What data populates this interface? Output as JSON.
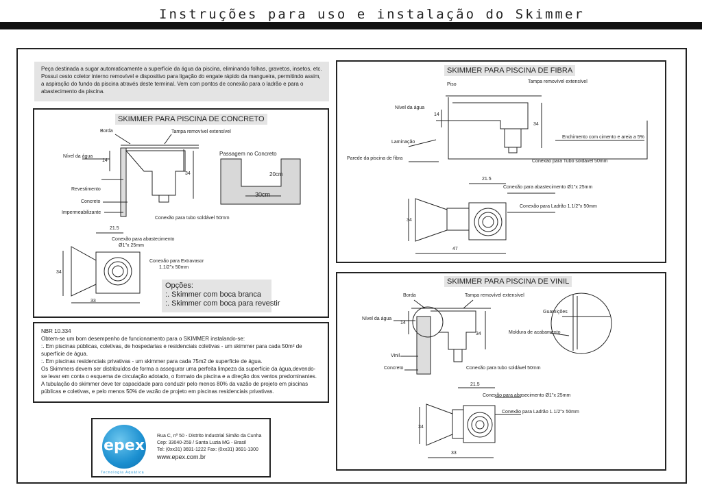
{
  "title": "Instruções para uso e instalação do Skimmer",
  "intro": "Peça destinada a sugar automaticamente a superfície da água da piscina, eliminando folhas, gravetos, insetos, etc. Possui cesto coletor interno removível e dispositivo para ligação do engate rápido da mangueira, permitindo assim, a aspiração do fundo da piscina através deste terminal. Vem com pontos de conexão para o ladrão e para o abastecimento da piscina.",
  "concrete": {
    "header": "SKIMMER PARA PISCINA DE CONCRETO",
    "borda": "Borda",
    "tampa": "Tampa removível extensível",
    "nivel": "Nível da água",
    "dim14": "14",
    "dim34": "34",
    "revestimento": "Revestimento",
    "concreto": "Concreto",
    "impermeabilizante": "Impermeabilizante",
    "conexao_tubo": "Conexão para tubo soldável 50mm",
    "passagem": "Passagem no Concreto",
    "dim20": "20cm",
    "dim30": "30cm",
    "dim215": "21.5",
    "abast1": "Conexão para abastecimento",
    "abast2": "Ø1''x 25mm",
    "extrav1": "Conexão para Extravasor",
    "extrav2": "1.1/2''x 50mm",
    "dim34b": "34",
    "dim33": "33"
  },
  "options": {
    "title": "Opções:",
    "item1": ":. Skimmer com boca branca",
    "item2": ":. Skimmer com boca para revestir"
  },
  "fibra": {
    "header": "SKIMMER PARA PISCINA DE FIBRA",
    "piso": "Piso",
    "tampa": "Tampa removível extensível",
    "nivel": "Nível da água",
    "dim14": "14",
    "dim34": "34",
    "laminacao": "Laminação",
    "enchimento": "Enchimento com cimento e areia a 5%",
    "parede": "Parede da piscina de fibra",
    "conexao_tubo": "Conexão para Tubo soldável 50mm",
    "dim215": "21.5",
    "abast": "Conexão para abastecimento Ø1''x 25mm",
    "ladrao": "Conexão para Ladrão 1.1/2''x 50mm",
    "dim34b": "34",
    "dim47": "47"
  },
  "vinil": {
    "header": "SKIMMER PARA PISCINA DE VINIL",
    "borda": "Borda",
    "tampa": "Tampa removível extensível",
    "nivel": "Nível da água",
    "dim14": "14",
    "dim34": "34",
    "guarnicoes": "Guarnições",
    "moldura": "Moldura de acabamento",
    "vinil": "Vinil",
    "concreto": "Concreto",
    "conexao_tubo": "Conexão para tubo soldável 50mm",
    "dim215": "21.5",
    "abast": "Conexão para abasecimento Ø1''x 25mm",
    "ladrao": "Conexão para Ladrão 1.1/2''x 50mm",
    "dim34b": "34",
    "dim33": "33"
  },
  "nbr": {
    "title": "NBR 10.334",
    "p1": "Obtem-se um bom desempenho de funcionamento para o SKIMMER instalando-se:",
    "p2": ":. Em piscinas públicas, coletivas, de hospedarias e residenciais coletivas - um skimmer para cada 50m² de superfície de água.",
    "p3": ":. Em piscinas residenciais privativas - um skimmer para cada 75m2 de superfície de água.",
    "p4": "Os Skimmers devem ser distribuídos de forma a assegurar uma perfeita limpeza da superfície da água,devendo-se levar em conta o esquema de circulação adotado, o formato da piscina e a direção dos  ventos predominantes.",
    "p5": "A tubulação do skimmer deve ter capacidade para conduzir pelo menos 80% da vazão de projeto em piscinas públicas e coletivas, e pelo menos 50% de vazão de projeto em piscinas residenciais privativas."
  },
  "footer": {
    "logo": "epex",
    "tagline": "Tecnologia Aquática",
    "addr1": "Rua C, nº 50 - Distrito Industrial Simão da Cunha",
    "addr2": "Cep: 33040-259 / Santa Luzia MG - Brasil",
    "addr3": "Tel:  (0xx31) 3691-1222 Fax: (0xx31) 3691-1300",
    "web": "www.epex.com.br"
  }
}
